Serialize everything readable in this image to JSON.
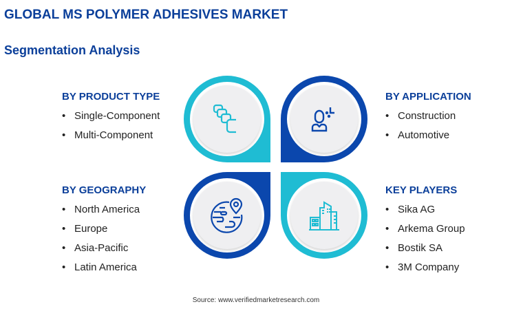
{
  "title": "GLOBAL MS POLYMER ADHESIVES MARKET",
  "subtitle": "Segmentation Analysis",
  "segments": {
    "product": {
      "heading": "BY PRODUCT TYPE",
      "items": [
        "Single-Component",
        "Multi-Component"
      ]
    },
    "application": {
      "heading": "BY APPLICATION",
      "items": [
        "Construction",
        "Automotive"
      ]
    },
    "geography": {
      "heading": "BY GEOGRAPHY",
      "items": [
        "North America",
        "Europe",
        "Asia-Pacific",
        "Latin America"
      ]
    },
    "players": {
      "heading": "KEY PLAYERS",
      "items": [
        "Sika AG",
        "Arkema Group",
        "Bostik SA",
        "3M Company"
      ]
    }
  },
  "colors": {
    "cyan": "#1fbcd3",
    "dark_blue": "#0b47ad",
    "title": "#0b3f9a"
  },
  "icons": [
    "layers-icon",
    "person-icon",
    "globe-pin-icon",
    "buildings-icon"
  ],
  "source": "Source: www.verifiedmarketresearch.com"
}
